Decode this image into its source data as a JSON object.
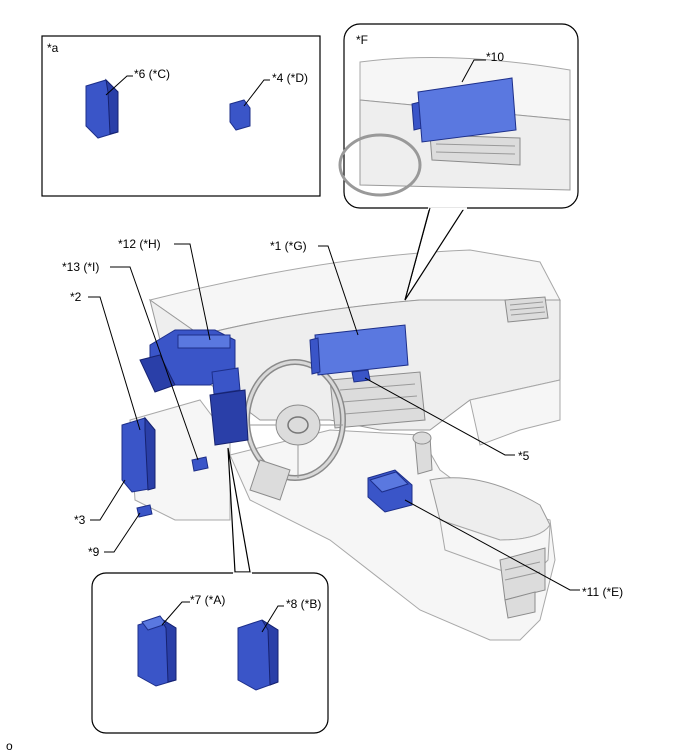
{
  "labels": {
    "a": "*a",
    "c6": "*6 (*C)",
    "d4": "*4 (*D)",
    "f": "*F",
    "n10": "*10",
    "n12": "*12 (*H)",
    "n1": "*1 (*G)",
    "n13": "*13 (*I)",
    "n2": "*2",
    "n5": "*5",
    "n3": "*3",
    "n9": "*9",
    "n11": "*11 (*E)",
    "n7": "*7 (*A)",
    "n8": "*8 (*B)",
    "footer": "o"
  },
  "colors": {
    "part": "#3a55c8",
    "outline": "#000000",
    "dashboard": "#eeeeee"
  }
}
